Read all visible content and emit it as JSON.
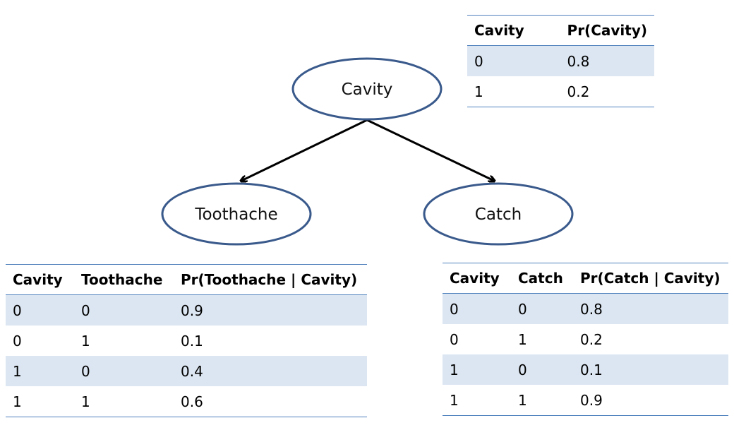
{
  "nodes": {
    "cavity": "Cavity",
    "toothache": "Toothache",
    "catch": "Catch"
  },
  "tables": {
    "cavity": {
      "headers": [
        "Cavity",
        "Pr(Cavity)"
      ],
      "rows": [
        [
          "0",
          "0.8"
        ],
        [
          "1",
          "0.2"
        ]
      ]
    },
    "toothache": {
      "headers": [
        "Cavity",
        "Toothache",
        "Pr(Toothache | Cavity)"
      ],
      "rows": [
        [
          "0",
          "0",
          "0.9"
        ],
        [
          "0",
          "1",
          "0.1"
        ],
        [
          "1",
          "0",
          "0.4"
        ],
        [
          "1",
          "1",
          "0.6"
        ]
      ]
    },
    "catch": {
      "headers": [
        "Cavity",
        "Catch",
        "Pr(Catch | Cavity)"
      ],
      "rows": [
        [
          "0",
          "0",
          "0.8"
        ],
        [
          "0",
          "1",
          "0.2"
        ],
        [
          "1",
          "0",
          "0.1"
        ],
        [
          "1",
          "1",
          "0.9"
        ]
      ]
    }
  },
  "colors": {
    "node_border": "#3a5a8c",
    "table_rule": "#4f81bd",
    "row_shade": "#dce6f2"
  }
}
